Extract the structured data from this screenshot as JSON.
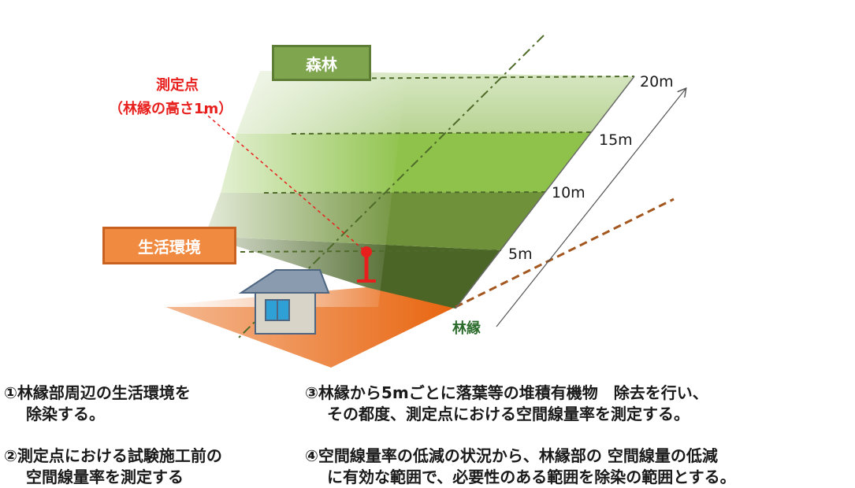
{
  "labels": {
    "forest": "森林",
    "living_environment": "生活環境",
    "forest_edge": "林縁",
    "measurement_point_title": "測定点",
    "measurement_point_sub": "（林縁の高さ1m）"
  },
  "distances": [
    "20m",
    "15m",
    "10m",
    "5m"
  ],
  "steps": [
    {
      "line1": "①林縁部周辺の生活環境を",
      "line2": "除染する。"
    },
    {
      "line1": "②測定点における試験施工前の",
      "line2": "空間線量率を測定する"
    },
    {
      "line1": "③林縁から5mごとに落葉等の堆積有機物　除去を行い、",
      "line2": "その都度、測定点における空間線量率を測定する。"
    },
    {
      "line1": "④空間線量率の低減の状況から、林縁部の 空間線量の低減",
      "line2": "に有効な範囲で、必要性のある範囲を除染の範囲とする。"
    }
  ],
  "colors": {
    "living_area": "#e8650f",
    "forest_band_1": "#4a6526",
    "forest_band_2": "#6f9139",
    "forest_band_3": "#8ec24a",
    "forest_band_4": "#b8d493",
    "measurement_marker": "#e8201d",
    "house_roof": "#8a9bb0",
    "house_wall": "#d9d4c8",
    "house_window": "#2ea0d6"
  }
}
